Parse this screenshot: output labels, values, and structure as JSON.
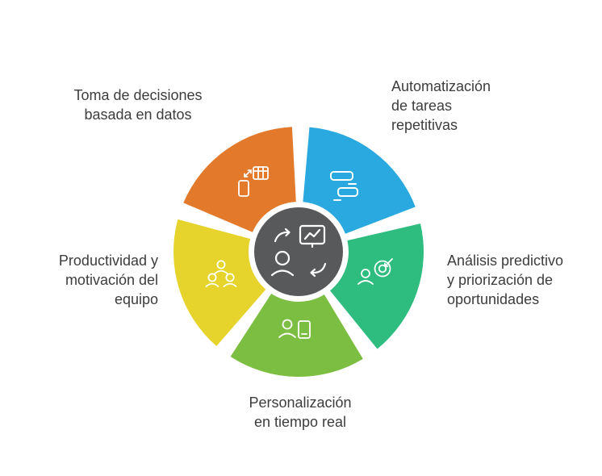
{
  "diagram": {
    "type": "pinwheel-5-segments",
    "label_color": "#3d3d3d",
    "background": "#ffffff",
    "center": {
      "color": "#58595B",
      "icons": [
        "cycle-arrow-right-icon",
        "monitor-chart-icon",
        "person-icon",
        "cycle-arrow-left-icon"
      ]
    },
    "segments": [
      {
        "id": "automation",
        "label": "Automatización\nde tareas\nrepetitivas",
        "color": "#29A9DF",
        "icon": "task-bars-icon"
      },
      {
        "id": "predictive",
        "label": "Análisis predictivo\ny priorización de\noportunidades",
        "color": "#2FBD7F",
        "icon": "person-target-icon"
      },
      {
        "id": "personalization",
        "label": "Personalización\nen tiempo real",
        "color": "#7CBE41",
        "icon": "person-tablet-icon"
      },
      {
        "id": "productivity",
        "label": "Productividad y\nmotivación del\nequipo",
        "color": "#E6D42C",
        "icon": "team-icon"
      },
      {
        "id": "decisions",
        "label": "Toma de decisiones\nbasada en datos",
        "color": "#E2792B",
        "icon": "device-sync-icon"
      }
    ]
  }
}
